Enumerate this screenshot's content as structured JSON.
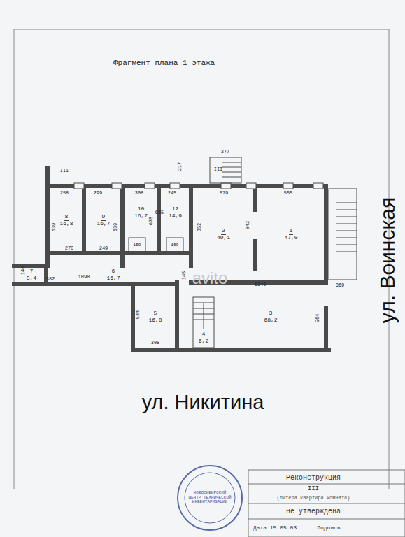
{
  "diagram": {
    "title": "Фрагмент плана 1 этажа",
    "nodes": [
      {
        "text": [
          "8",
          "16,8"
        ]
      },
      {
        "text": [
          "9",
          "16,7"
        ]
      },
      {
        "text": [
          "10",
          "16,7"
        ]
      },
      {
        "text": [
          "12",
          "14,9"
        ]
      },
      {
        "text": [
          "2",
          "49,1"
        ]
      },
      {
        "text": [
          "1",
          "47,0"
        ]
      },
      {
        "text": [
          "7",
          "5,4"
        ]
      },
      {
        "text": [
          "6",
          "16,7"
        ]
      },
      {
        "text": [
          "5",
          "16,8"
        ]
      },
      {
        "text": [
          "3",
          "68,2"
        ]
      },
      {
        "text": [
          "4",
          "6,2"
        ]
      }
    ],
    "labels": [
      "III",
      "258",
      "299",
      "308",
      "245",
      "579",
      "555",
      "217",
      "377",
      "III",
      "639",
      "639",
      "678",
      "665",
      "852",
      "842",
      "270",
      "249",
      "159",
      "159",
      "145",
      "1098",
      "146",
      "382",
      "1340",
      "564",
      "544",
      "308",
      "369",
      "ул. Никитина",
      "ул. Воинская",
      "Реконструкция",
      "III",
      "(литера квартира комната)",
      "не утверждена",
      "Дата 15.05.03",
      "Подпись",
      "НОВОСИБИРСКИЙ ЦЕНТР ТЕХНИЧЕСКОЙ ИНВЕНТАРИЗАЦИИ",
      "avito"
    ]
  }
}
